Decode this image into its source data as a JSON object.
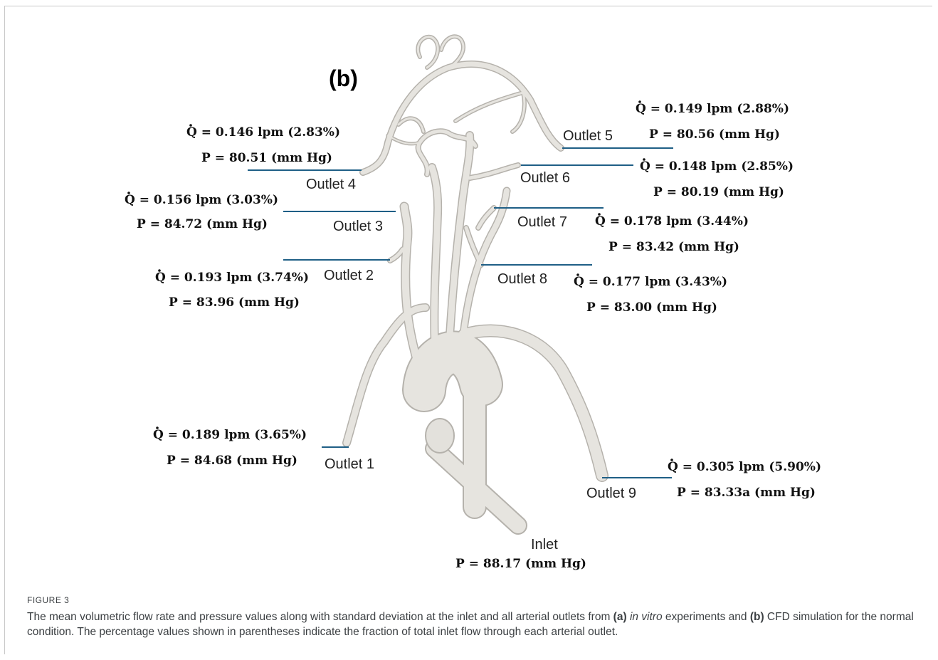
{
  "panel_label": "(b)",
  "outlets": [
    {
      "label": "Outlet 1",
      "q": "0.189",
      "pct": "3.65%",
      "p": "84.68"
    },
    {
      "label": "Outlet 2",
      "q": "0.193",
      "pct": "3.74%",
      "p": "83.96"
    },
    {
      "label": "Outlet 3",
      "q": "0.156",
      "pct": "3.03%",
      "p": "84.72"
    },
    {
      "label": "Outlet 4",
      "q": "0.146",
      "pct": "2.83%",
      "p": "80.51"
    },
    {
      "label": "Outlet 5",
      "q": "0.149",
      "pct": "2.88%",
      "p": "80.56"
    },
    {
      "label": "Outlet 6",
      "q": "0.148",
      "pct": "2.85%",
      "p": "80.19"
    },
    {
      "label": "Outlet 7",
      "q": "0.178",
      "pct": "3.44%",
      "p": "83.42"
    },
    {
      "label": "Outlet 8",
      "q": "0.177",
      "pct": "3.43%",
      "p": "83.00"
    },
    {
      "label": "Outlet 9",
      "q": "0.305",
      "pct": "5.90%",
      "p": "83.33a"
    }
  ],
  "inlet": {
    "label": "Inlet",
    "p": "88.17"
  },
  "units": {
    "flow": "lpm",
    "pressure": "(mm Hg)"
  },
  "caption": {
    "figure_number": "FIGURE 3",
    "part1": "The mean volumetric flow rate and pressure values along with standard deviation at the inlet and all arterial outlets from ",
    "a": "(a)",
    "in_vitro": "in vitro",
    "part2": " experiments and ",
    "b": "(b)",
    "part3": " CFD simulation for the normal condition. The percentage values shown in parentheses indicate the fraction of total inlet flow through each arterial outlet."
  },
  "colors": {
    "leader": "#1f5f86",
    "vessel_fill": "#e6e4df",
    "vessel_edge": "#b9b6b0"
  }
}
